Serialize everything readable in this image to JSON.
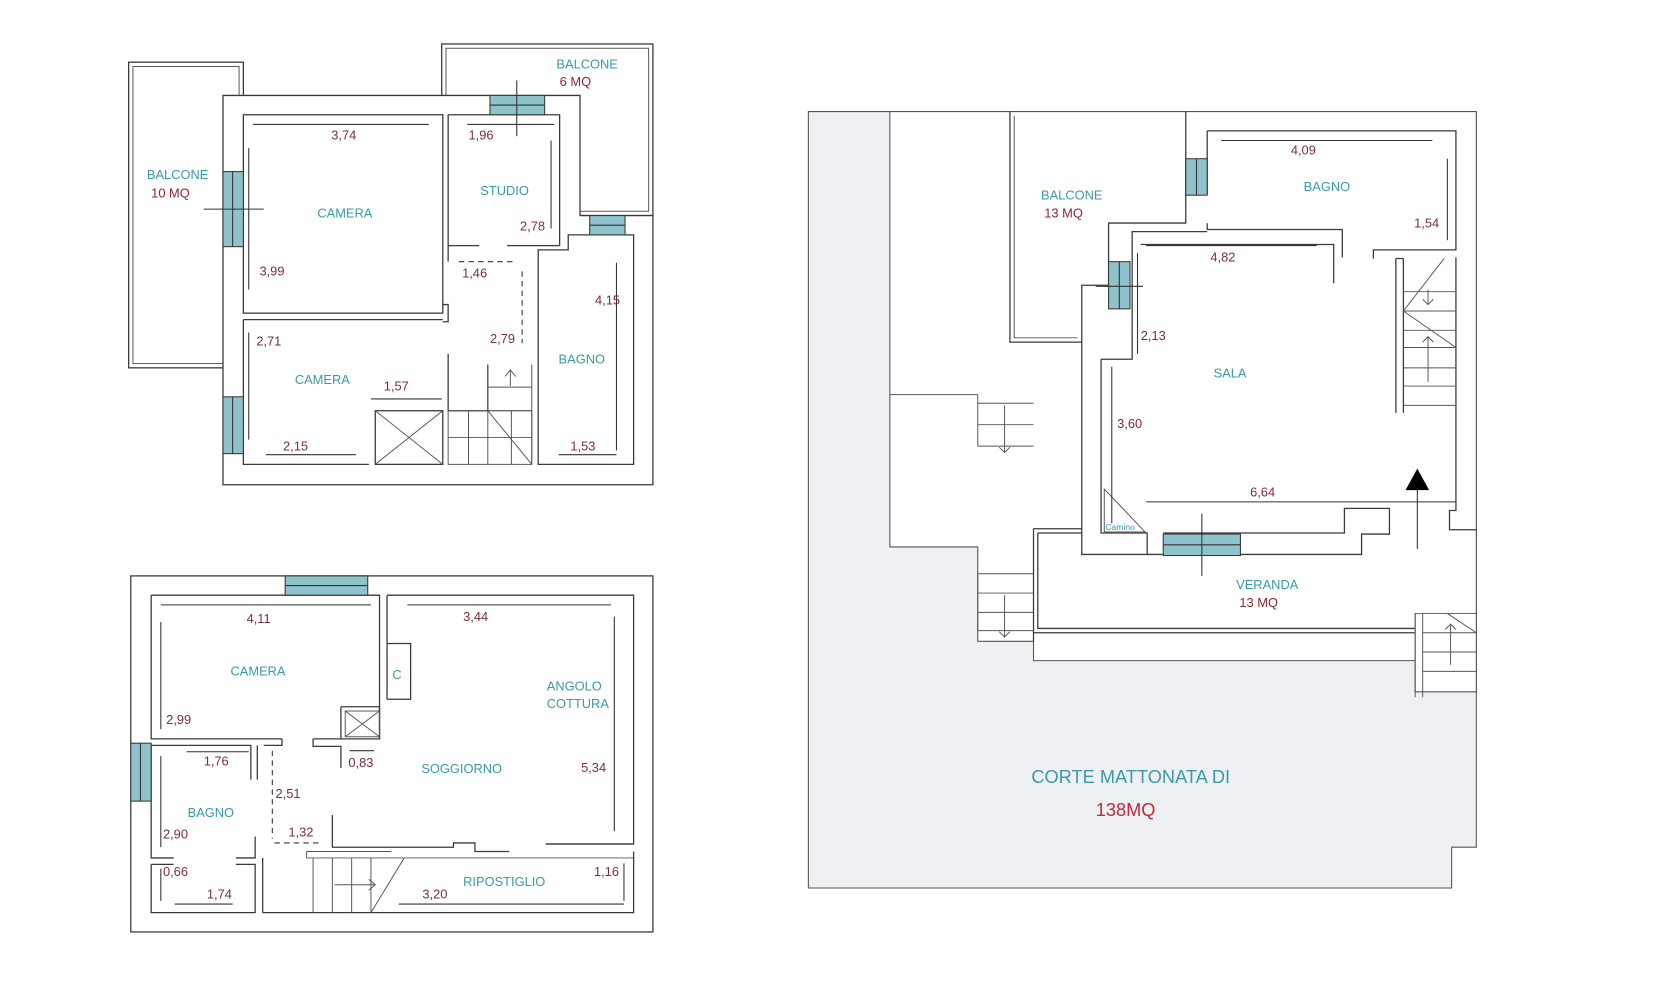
{
  "plans": {
    "upper_floor": {
      "rooms": {
        "balcone_left": {
          "label": "BALCONE",
          "area": "10 MQ"
        },
        "balcone_top": {
          "label": "BALCONE",
          "area": "6 MQ"
        },
        "camera_1": {
          "label": "CAMERA"
        },
        "studio": {
          "label": "STUDIO"
        },
        "camera_2": {
          "label": "CAMERA"
        },
        "bagno": {
          "label": "BAGNO"
        }
      },
      "dimensions": {
        "camera1_width": "3,74",
        "camera1_height": "3,99",
        "studio_width": "1,96",
        "studio_height": "2,78",
        "hall_width": "1,46",
        "hall_height": "2,79",
        "bagno_height": "4,15",
        "bagno_width": "1,53",
        "camera2_height": "2,71",
        "camera2_width": "2,15",
        "camera2_closet": "1,57"
      }
    },
    "lower_floor": {
      "rooms": {
        "camera": {
          "label": "CAMERA"
        },
        "soggiorno": {
          "label": "SOGGIORNO"
        },
        "angolo_cottura_1": {
          "label": "ANGOLO"
        },
        "angolo_cottura_2": {
          "label": "COTTURA"
        },
        "bagno": {
          "label": "BAGNO"
        },
        "ripostiglio": {
          "label": "RIPOSTIGLIO"
        },
        "chimney_mark": {
          "label": "C"
        }
      },
      "dimensions": {
        "camera_width": "4,11",
        "camera_height": "2,99",
        "soggiorno_width": "3,44",
        "soggiorno_height": "5,34",
        "shaft": "0,83",
        "bagno_width": "1,76",
        "bagno_height": "2,90",
        "hall_height": "2,51",
        "hall_width": "1,32",
        "wc_height": "0,66",
        "wc_width": "1,74",
        "ripostiglio_width": "3,20",
        "ripostiglio_height": "1,16"
      }
    },
    "ground_floor": {
      "rooms": {
        "balcone": {
          "label": "BALCONE",
          "area": "13 MQ"
        },
        "bagno": {
          "label": "BAGNO"
        },
        "sala": {
          "label": "SALA"
        },
        "veranda": {
          "label": "VERANDA",
          "area": "13 MQ"
        },
        "camino": {
          "label": "Camino"
        },
        "corte_1": {
          "label": "CORTE MATTONATA DI"
        },
        "corte_2": {
          "area": "138MQ"
        }
      },
      "dimensions": {
        "bagno_width": "4,09",
        "bagno_height": "1,54",
        "sala_width_top": "4,82",
        "sala_height_top": "2,13",
        "sala_height": "3,60",
        "sala_width": "6,64"
      }
    }
  },
  "colors": {
    "room_label": "#3a9aa6",
    "dimension": "#7a2f3a",
    "area_highlight": "#c02a3a",
    "window": "#8fc3cc",
    "courtyard": "#eef0f4"
  }
}
